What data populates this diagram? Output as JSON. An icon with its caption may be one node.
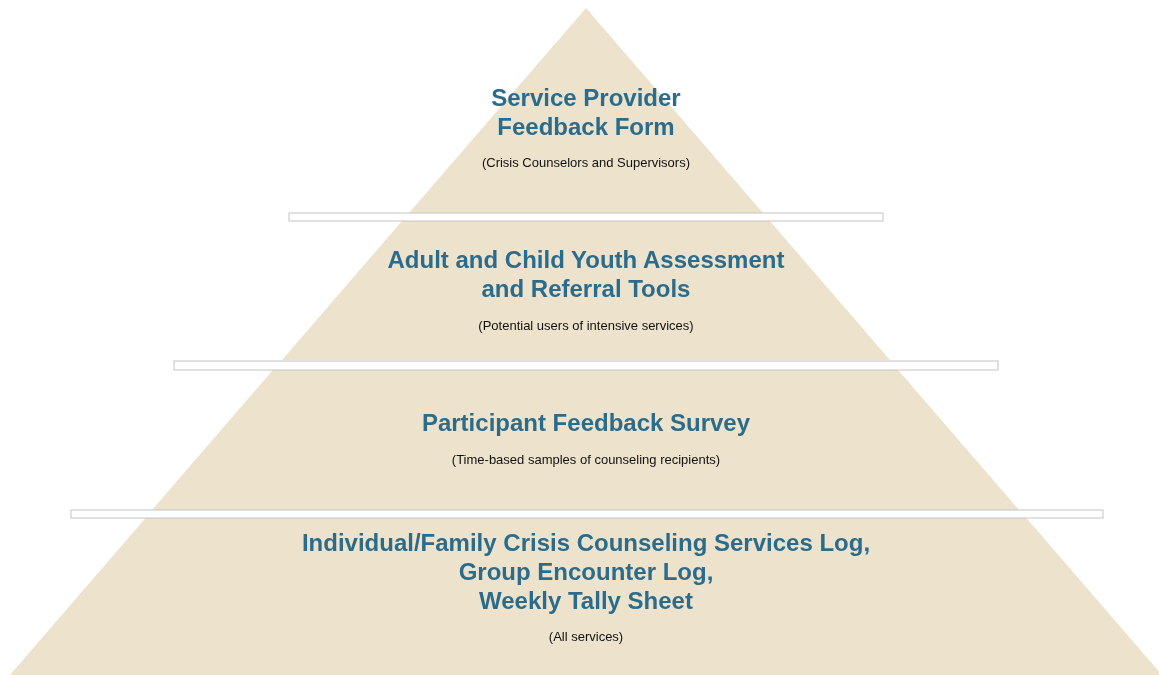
{
  "diagram": {
    "nodes": [
      {
        "text": [
          "Service Provider Feedback Form",
          "(Crisis Counselors and Supervisors)"
        ]
      },
      {
        "text": [
          "Adult and Child Youth Assessment and Referral Tools",
          "(Potential users of intensive services)"
        ]
      },
      {
        "text": [
          "Participant Feedback Survey",
          "(Time-based samples of counseling recipients)"
        ]
      },
      {
        "text": [
          "Individual/Family Crisis Counseling Services Log,",
          "Group Encounter Log,",
          "Weekly Tally Sheet",
          "(All services)"
        ]
      }
    ]
  }
}
